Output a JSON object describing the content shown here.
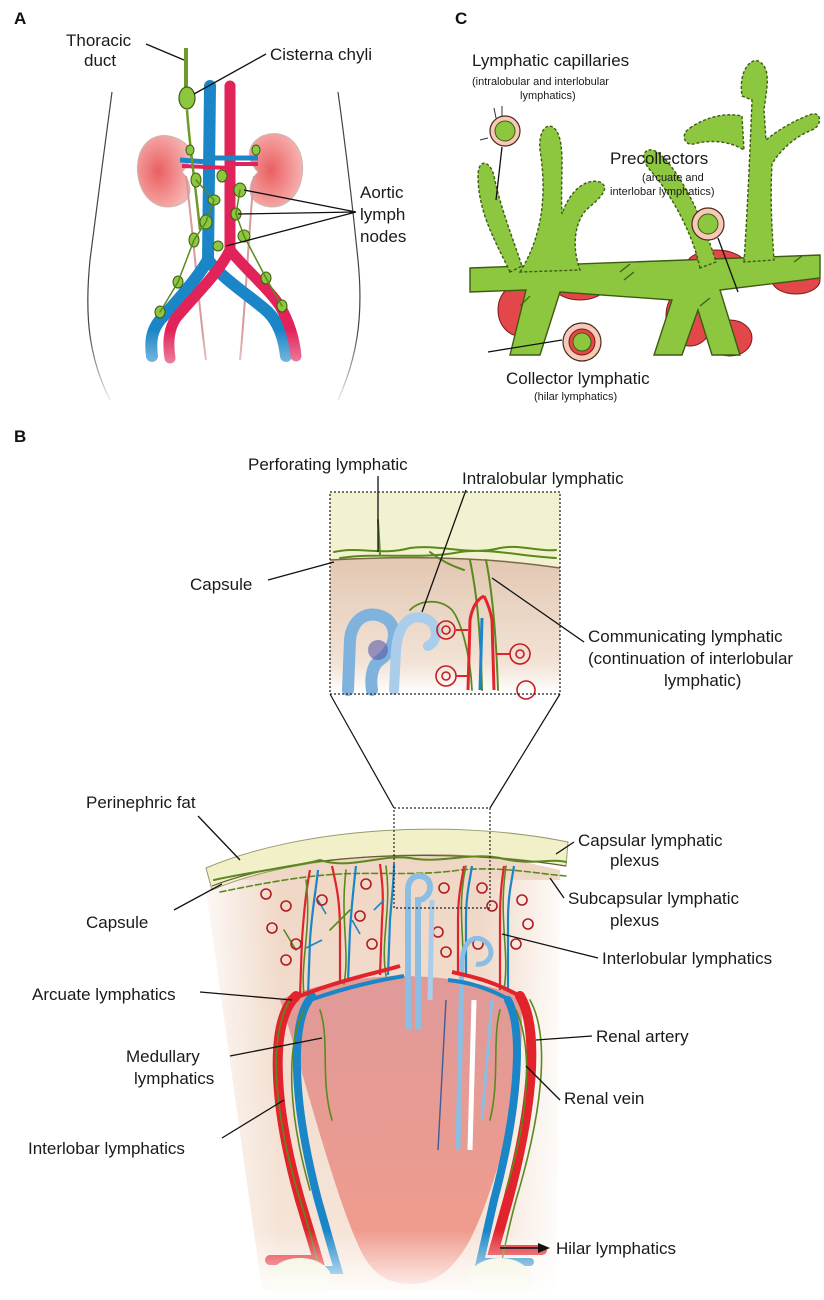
{
  "panels": {
    "a": {
      "letter": "A",
      "labels": {
        "thoracic_duct_1": "Thoracic",
        "thoracic_duct_2": "duct",
        "cisterna_chyli": "Cisterna chyli",
        "aortic_1": "Aortic",
        "aortic_2": "lymph",
        "aortic_3": "nodes"
      }
    },
    "b": {
      "letter": "B",
      "labels": {
        "perforating": "Perforating lymphatic",
        "intralobular": "Intralobular lymphatic",
        "capsule_top": "Capsule",
        "communicating_1": "Communicating lymphatic",
        "communicating_2": "(continuation of interlobular",
        "communicating_3": "lymphatic)",
        "perinephric_fat": "Perinephric fat",
        "capsular_plexus_1": "Capsular lymphatic",
        "capsular_plexus_2": "plexus",
        "subcapsular_plexus_1": "Subcapsular lymphatic",
        "subcapsular_plexus_2": "plexus",
        "capsule": "Capsule",
        "interlobular": "Interlobular lymphatics",
        "arcuate": "Arcuate lymphatics",
        "medullary_1": "Medullary",
        "medullary_2": "lymphatics",
        "renal_artery": "Renal artery",
        "renal_vein": "Renal vein",
        "interlobar": "Interlobar lymphatics",
        "hilar": "Hilar lymphatics"
      }
    },
    "c": {
      "letter": "C",
      "labels": {
        "capillaries": "Lymphatic capillaries",
        "capillaries_sub_1": "(intralobular and interlobular",
        "capillaries_sub_2": "lymphatics)",
        "precollectors": "Precollectors",
        "precollectors_sub_1": "(arcuate and",
        "precollectors_sub_2": "interlobar lymphatics)",
        "collector": "Collector lymphatic",
        "collector_sub": "(hilar lymphatics)"
      }
    }
  },
  "colors": {
    "lymphatic_green": "#8dc63f",
    "lymphatic_outline": "#3d5c12",
    "artery_red": "#e2232b",
    "vein_blue": "#1a86c7",
    "kidney_pink": "#f08a87",
    "fat_yellow": "#eeeec4",
    "cortex_tan": "#e6c6ad",
    "medulla_pink": "#e89a93",
    "tubule_blue": "#8cbde3"
  }
}
